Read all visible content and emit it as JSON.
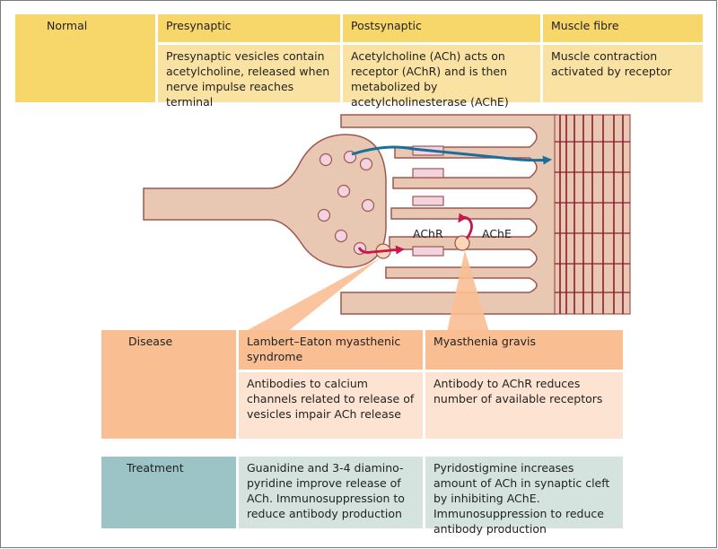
{
  "normal": {
    "row_label": "Normal",
    "columns": [
      {
        "header": "Presynaptic",
        "body": "Presynaptic vesicles contain acetylcholine, released when nerve impulse reaches terminal"
      },
      {
        "header": "Postsynaptic",
        "body": "Acetylcholine (ACh) acts on receptor (AChR) and is then metabolized by acetylcholinesterase (AChE)"
      },
      {
        "header": "Muscle fibre",
        "body": "Muscle contraction activated by receptor"
      }
    ]
  },
  "diagram": {
    "receptor_label": "AChR",
    "enzyme_label": "AChE"
  },
  "disease": {
    "row_label": "Disease",
    "columns": [
      {
        "header": "Lambert–Eaton myasthenic syndrome",
        "body": "Antibodies to calcium channels related to release of vesicles impair ACh release"
      },
      {
        "header": "Myasthenia gravis",
        "body": "Antibody to AChR reduces number of available receptors"
      }
    ]
  },
  "treatment": {
    "row_label": "Treatment",
    "columns": [
      {
        "body": "Guanidine and 3-4 diamino-pyridine improve release of ACh. Immunosuppression to reduce antibody production"
      },
      {
        "body": "Pyridostigmine increases amount of ACh in synaptic cleft by inhibiting AChE. Immunosuppression to reduce antibody production"
      }
    ]
  },
  "colors": {
    "normal_header": "#f7d66a",
    "normal_body": "#fae3a2",
    "disease_header": "#f9bf93",
    "disease_body": "#fde4d2",
    "treatment_header": "#9cc3c5",
    "treatment_body": "#d5e3df",
    "tissue": "#e8c7b3",
    "tissue_outline": "#a0564f",
    "arrow_blue": "#1a6f9a",
    "arrow_magenta": "#c8174f"
  }
}
